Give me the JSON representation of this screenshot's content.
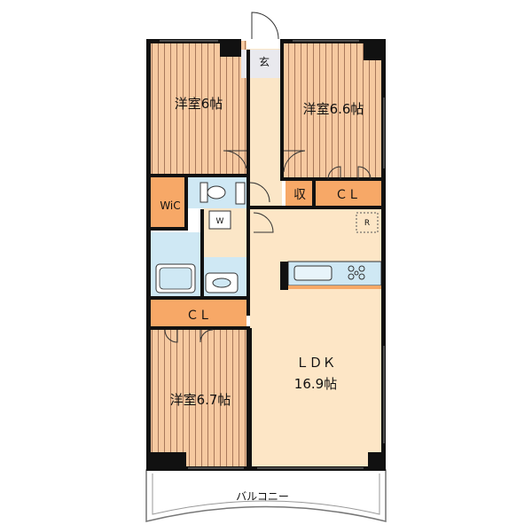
{
  "rooms": {
    "bedroom_top_left": {
      "name": "洋室6帖"
    },
    "bedroom_top_right": {
      "name": "洋室6.6帖"
    },
    "bedroom_bottom_left": {
      "name": "洋室6.7帖"
    },
    "ldk": {
      "name": "ＬＤＫ",
      "size": "16.9帖"
    },
    "wic": {
      "name": "WiC"
    },
    "entrance": {
      "name": "玄"
    },
    "storage": {
      "name": "収"
    },
    "closet_right": {
      "name": "ＣＬ"
    },
    "closet_left": {
      "name": "ＣＬ"
    },
    "washer": {
      "name": "W"
    },
    "fridge": {
      "name": "R"
    },
    "balcony": {
      "name": "バルコニー"
    }
  },
  "colors": {
    "wood_floor": "#f6c9a0",
    "wood_line": "#a8785a",
    "ldk_floor": "#fde6c6",
    "closet": "#f7a867",
    "wet_area": "#cfe8f4",
    "corridor": "#fbe6c7",
    "wall": "#111111"
  }
}
